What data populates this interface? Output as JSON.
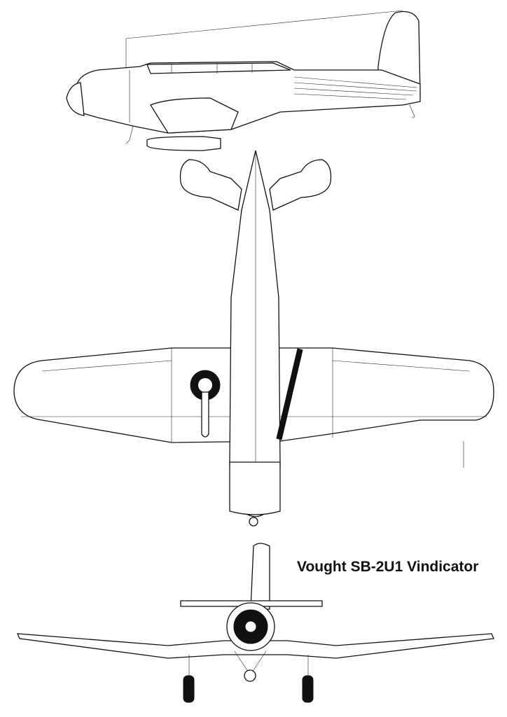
{
  "title": "Vought SB-2U1 Vindicator",
  "views": [
    "side-view",
    "top-view",
    "front-view"
  ],
  "colors": {
    "line": "#111111",
    "background": "#ffffff"
  }
}
